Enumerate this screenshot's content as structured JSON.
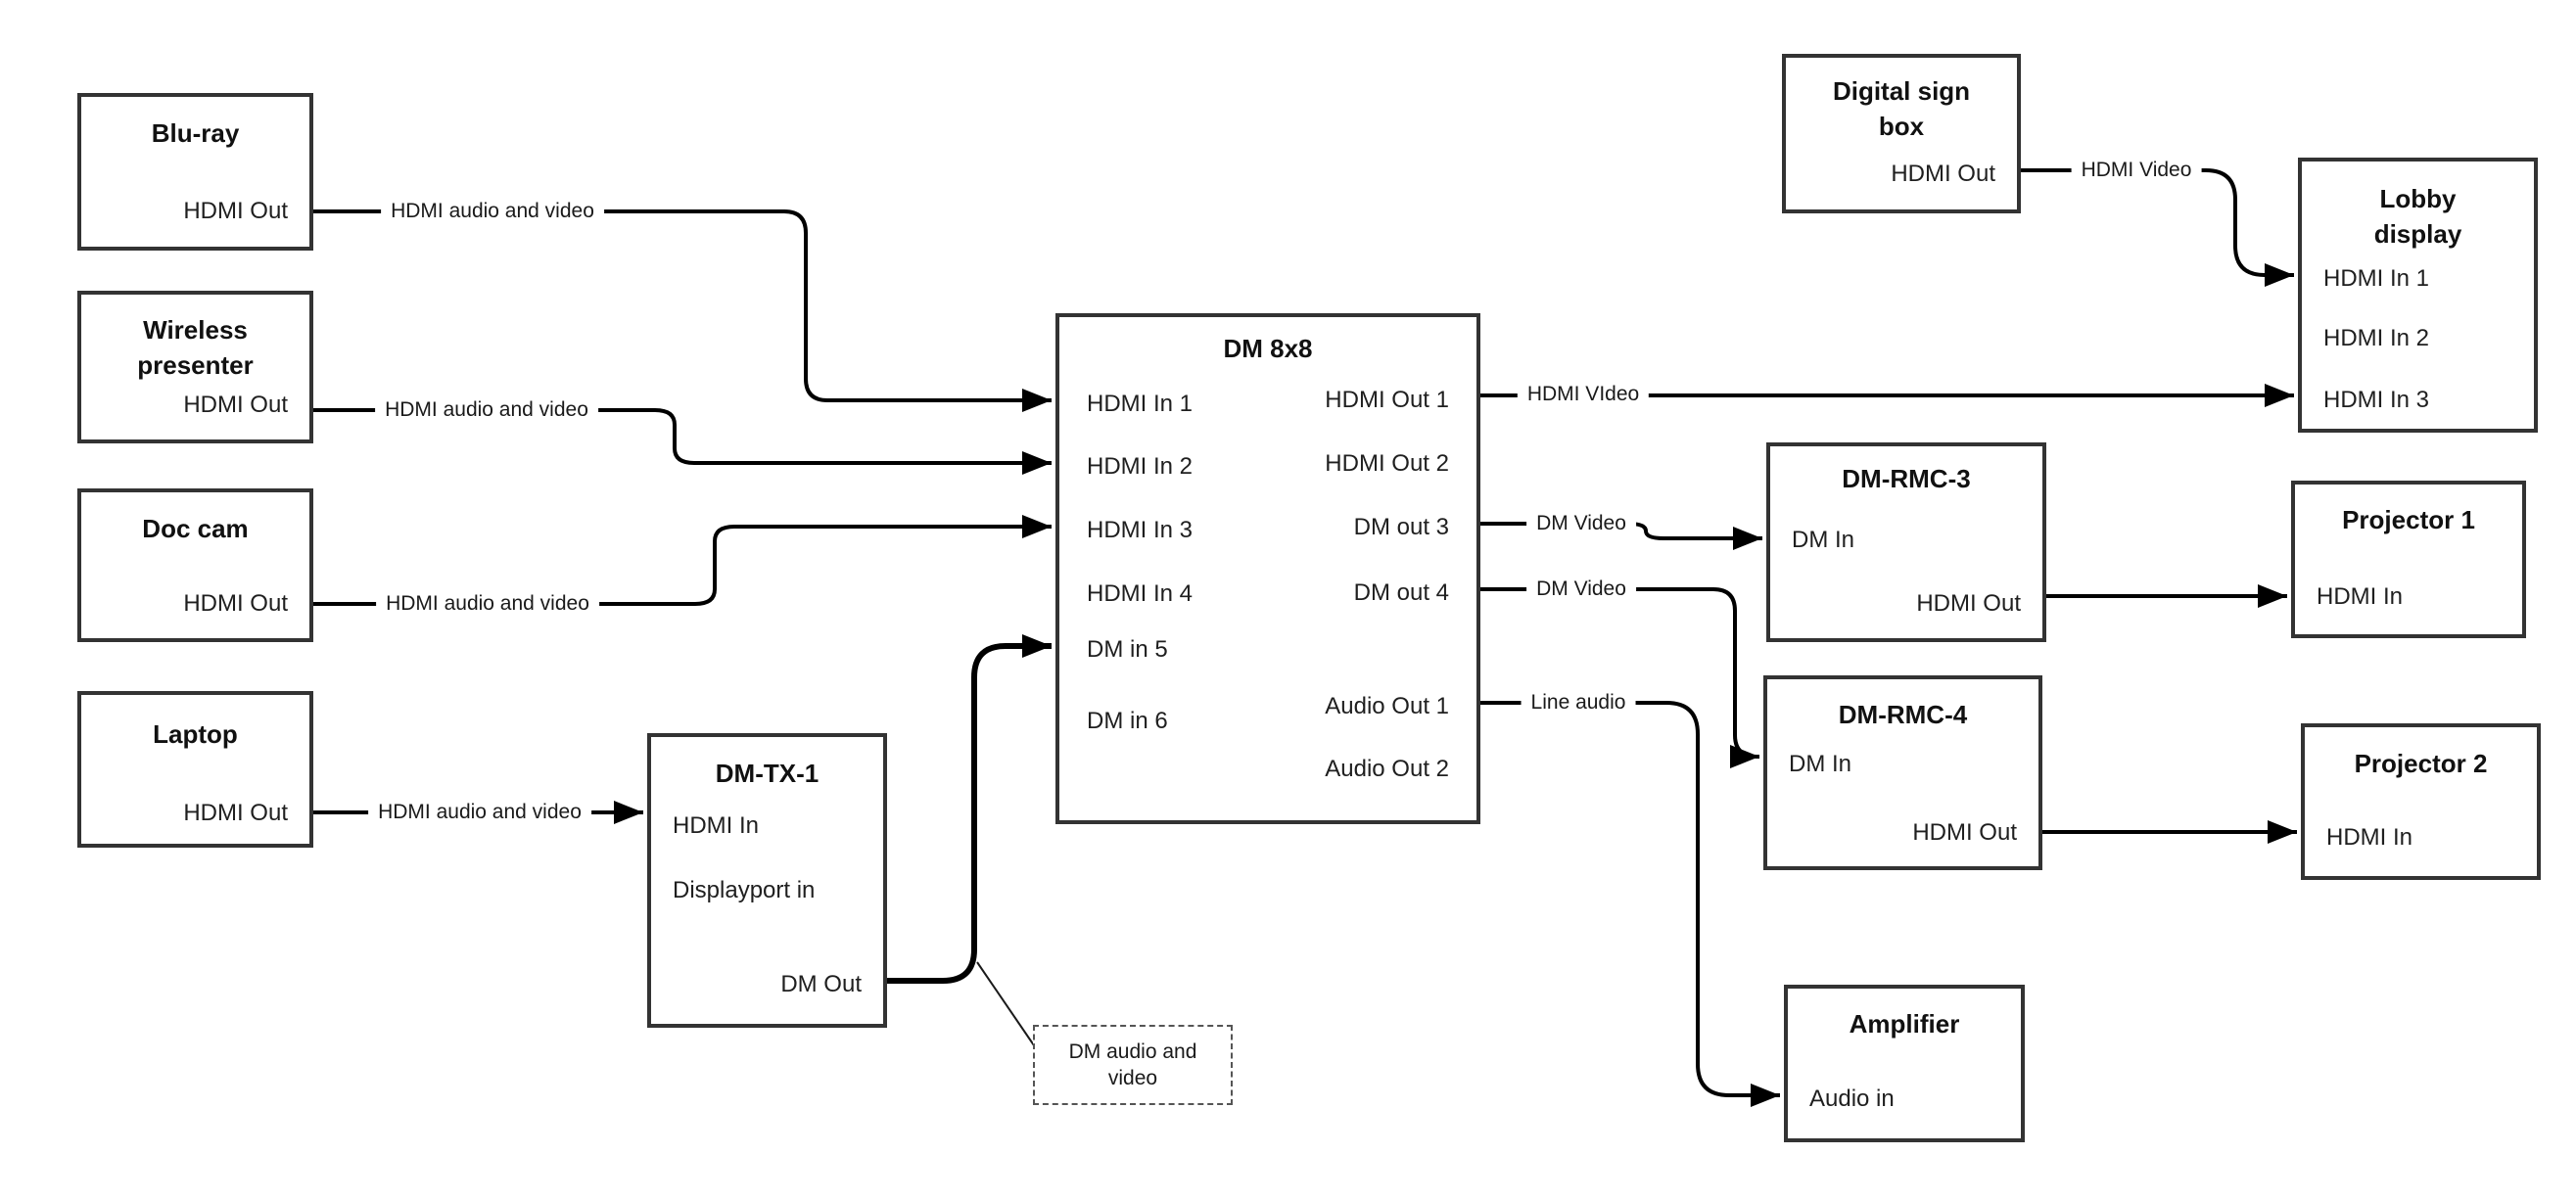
{
  "canvas": {
    "background": "#ffffff",
    "line_color": "#000000",
    "box_border_color": "#333333"
  },
  "nodes": {
    "bluray": {
      "title": "Blu-ray",
      "ports": [
        {
          "label": "HDMI Out"
        }
      ]
    },
    "wireless": {
      "title": "Wireless\npresenter",
      "ports": [
        {
          "label": "HDMI Out"
        }
      ]
    },
    "doccam": {
      "title": "Doc cam",
      "ports": [
        {
          "label": "HDMI Out"
        }
      ]
    },
    "laptop": {
      "title": "Laptop",
      "ports": [
        {
          "label": "HDMI Out"
        }
      ]
    },
    "dmtx1": {
      "title": "DM-TX-1",
      "ports": [
        {
          "label": "HDMI In"
        },
        {
          "label": "Displayport in"
        },
        {
          "label": "DM Out"
        }
      ]
    },
    "dm8x8": {
      "title": "DM 8x8",
      "ports": [
        {
          "label": "HDMI In 1"
        },
        {
          "label": "HDMI In 2"
        },
        {
          "label": "HDMI In 3"
        },
        {
          "label": "HDMI In 4"
        },
        {
          "label": "DM in 5"
        },
        {
          "label": "DM in 6"
        },
        {
          "label": "HDMI Out 1"
        },
        {
          "label": "HDMI Out 2"
        },
        {
          "label": "DM out 3"
        },
        {
          "label": "DM out 4"
        },
        {
          "label": "Audio Out 1"
        },
        {
          "label": "Audio Out 2"
        }
      ]
    },
    "digitalsign": {
      "title": "Digital sign\nbox",
      "ports": [
        {
          "label": "HDMI Out"
        }
      ]
    },
    "lobby": {
      "title": "Lobby\ndisplay",
      "ports": [
        {
          "label": "HDMI In 1"
        },
        {
          "label": "HDMI In 2"
        },
        {
          "label": "HDMI In 3"
        }
      ]
    },
    "dmrmc3": {
      "title": "DM-RMC-3",
      "ports": [
        {
          "label": "DM In"
        },
        {
          "label": "HDMI Out"
        }
      ]
    },
    "projector1": {
      "title": "Projector 1",
      "ports": [
        {
          "label": "HDMI In"
        }
      ]
    },
    "dmrmc4": {
      "title": "DM-RMC-4",
      "ports": [
        {
          "label": "DM In"
        },
        {
          "label": "HDMI Out"
        }
      ]
    },
    "projector2": {
      "title": "Projector 2",
      "ports": [
        {
          "label": "HDMI In"
        }
      ]
    },
    "amplifier": {
      "title": "Amplifier",
      "ports": [
        {
          "label": "Audio in"
        }
      ]
    }
  },
  "edges": {
    "bluray_to_dm8x8": {
      "label": "HDMI audio and video"
    },
    "wireless_to_dm8x8": {
      "label": "HDMI audio and video"
    },
    "doccam_to_dm8x8": {
      "label": "HDMI audio and video"
    },
    "laptop_to_dmtx1": {
      "label": "HDMI audio and video"
    },
    "dm8x8_to_lobby": {
      "label": "HDMI VIdeo"
    },
    "dm8x8_to_dmrmc3": {
      "label": "DM Video"
    },
    "dm8x8_to_dmrmc4": {
      "label": "DM Video"
    },
    "dm8x8_to_amplifier": {
      "label": "Line audio"
    },
    "digitalsign_to_lobby": {
      "label": "HDMI Video"
    }
  },
  "note": {
    "label": "DM audio and\nvideo"
  }
}
